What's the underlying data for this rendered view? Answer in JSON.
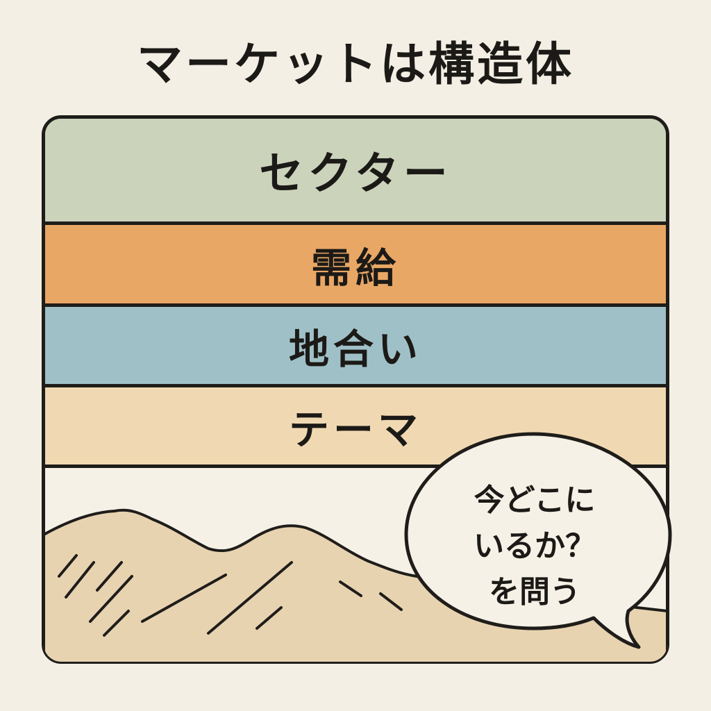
{
  "title": "マーケットは構造体",
  "layers": [
    {
      "label": "セクター",
      "color": "#cbd4bb"
    },
    {
      "label": "需給",
      "color": "#e9a765"
    },
    {
      "label": "地合い",
      "color": "#9fc0c7"
    },
    {
      "label": "テーマ",
      "color": "#f0d9b2"
    }
  ],
  "bubble": {
    "lines": [
      "今どこに",
      "いるか？",
      "を問う"
    ]
  },
  "colors": {
    "background": "#f4efe4",
    "outline": "#1f1d1a",
    "mountain": "#e8d3b1"
  }
}
